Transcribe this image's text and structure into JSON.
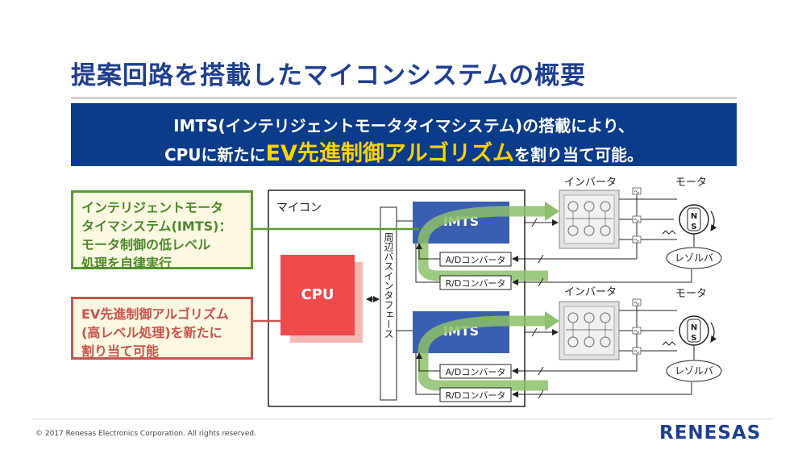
{
  "slide": {
    "title": "提案回路を搭載したマイコンシステムの概要",
    "banner": {
      "line1": "IMTS(インテリジェントモータタイマシステム)の搭載により、",
      "line2_prefix": "CPUに新たに",
      "line2_highlight": "EV先進制御アルゴリズム",
      "line2_suffix": "を割り当て可能。"
    }
  },
  "notes": {
    "imts_line1": "インテリジェントモータ",
    "imts_line2": "タイマシステム(IMTS)：",
    "imts_line3": "モータ制御の低レベル",
    "imts_line4": "処理を自律実行",
    "ev_line1": "EV先進制御アルゴリズム",
    "ev_line2": "(高レベル処理)を新たに",
    "ev_line3": "割り当て可能"
  },
  "diagram": {
    "mcu_label": "マイコン",
    "cpu_label": "CPU",
    "bus_label": "周辺バスインタフェース",
    "imts_label": "IMTS",
    "adc_label": "A/Dコンバータ",
    "rdc_label": "R/Dコンバータ",
    "inverter_label": "インバータ",
    "motor_label": "モータ",
    "resolver_label": "レゾルバ",
    "motor_symbols": [
      "N",
      "S"
    ]
  },
  "footer": {
    "copyright": "© 2017 Renesas Electronics Corporation. All rights reserved.",
    "logo": "RENESAS"
  },
  "colors": {
    "title": "#1f3f8f",
    "banner_bg": "#0b3c8a",
    "highlight": "#ffd200",
    "imts_block": "#3a5fb0",
    "cpu_block": "#ef4a4a",
    "green_arrow": "#8cc06a",
    "green_note": "#5a9a32",
    "red_note": "#c9534d"
  }
}
